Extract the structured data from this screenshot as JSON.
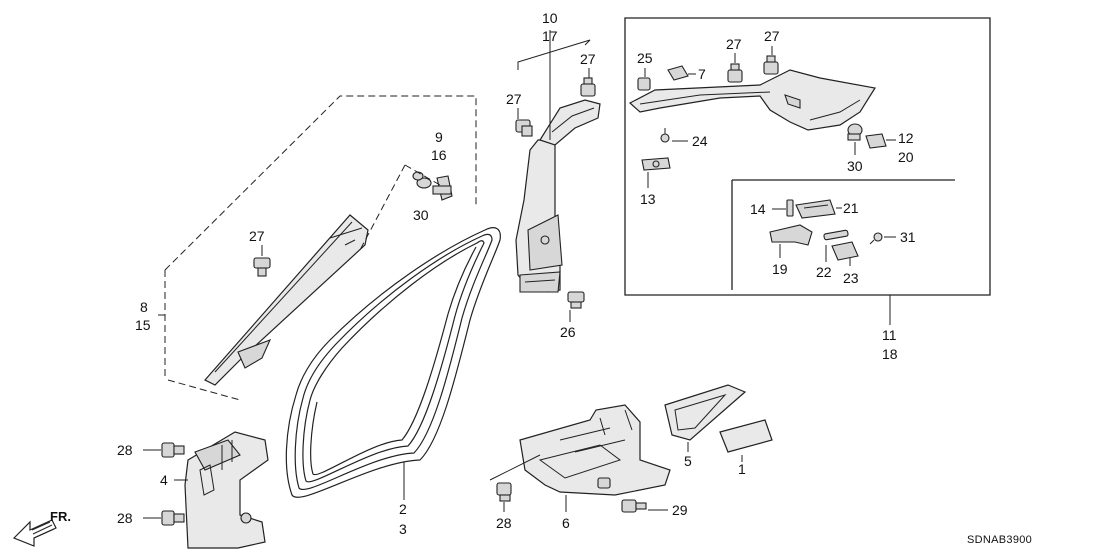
{
  "diagram": {
    "code": "SDNAB3900",
    "direction_label": "FR.",
    "labels": {
      "c1": "1",
      "c2": "2",
      "c3": "3",
      "c4": "4",
      "c5": "5",
      "c6": "6",
      "c7": "7",
      "c8": "8",
      "c9": "9",
      "c10": "10",
      "c11": "11",
      "c12": "12",
      "c13": "13",
      "c14": "14",
      "c15": "15",
      "c16": "16",
      "c17": "17",
      "c18": "18",
      "c19": "19",
      "c20": "20",
      "c21": "21",
      "c22": "22",
      "c23": "23",
      "c24": "24",
      "c25": "25",
      "c26": "26",
      "c27": "27",
      "c28": "28",
      "c29": "29",
      "c30": "30",
      "c31": "31"
    }
  }
}
